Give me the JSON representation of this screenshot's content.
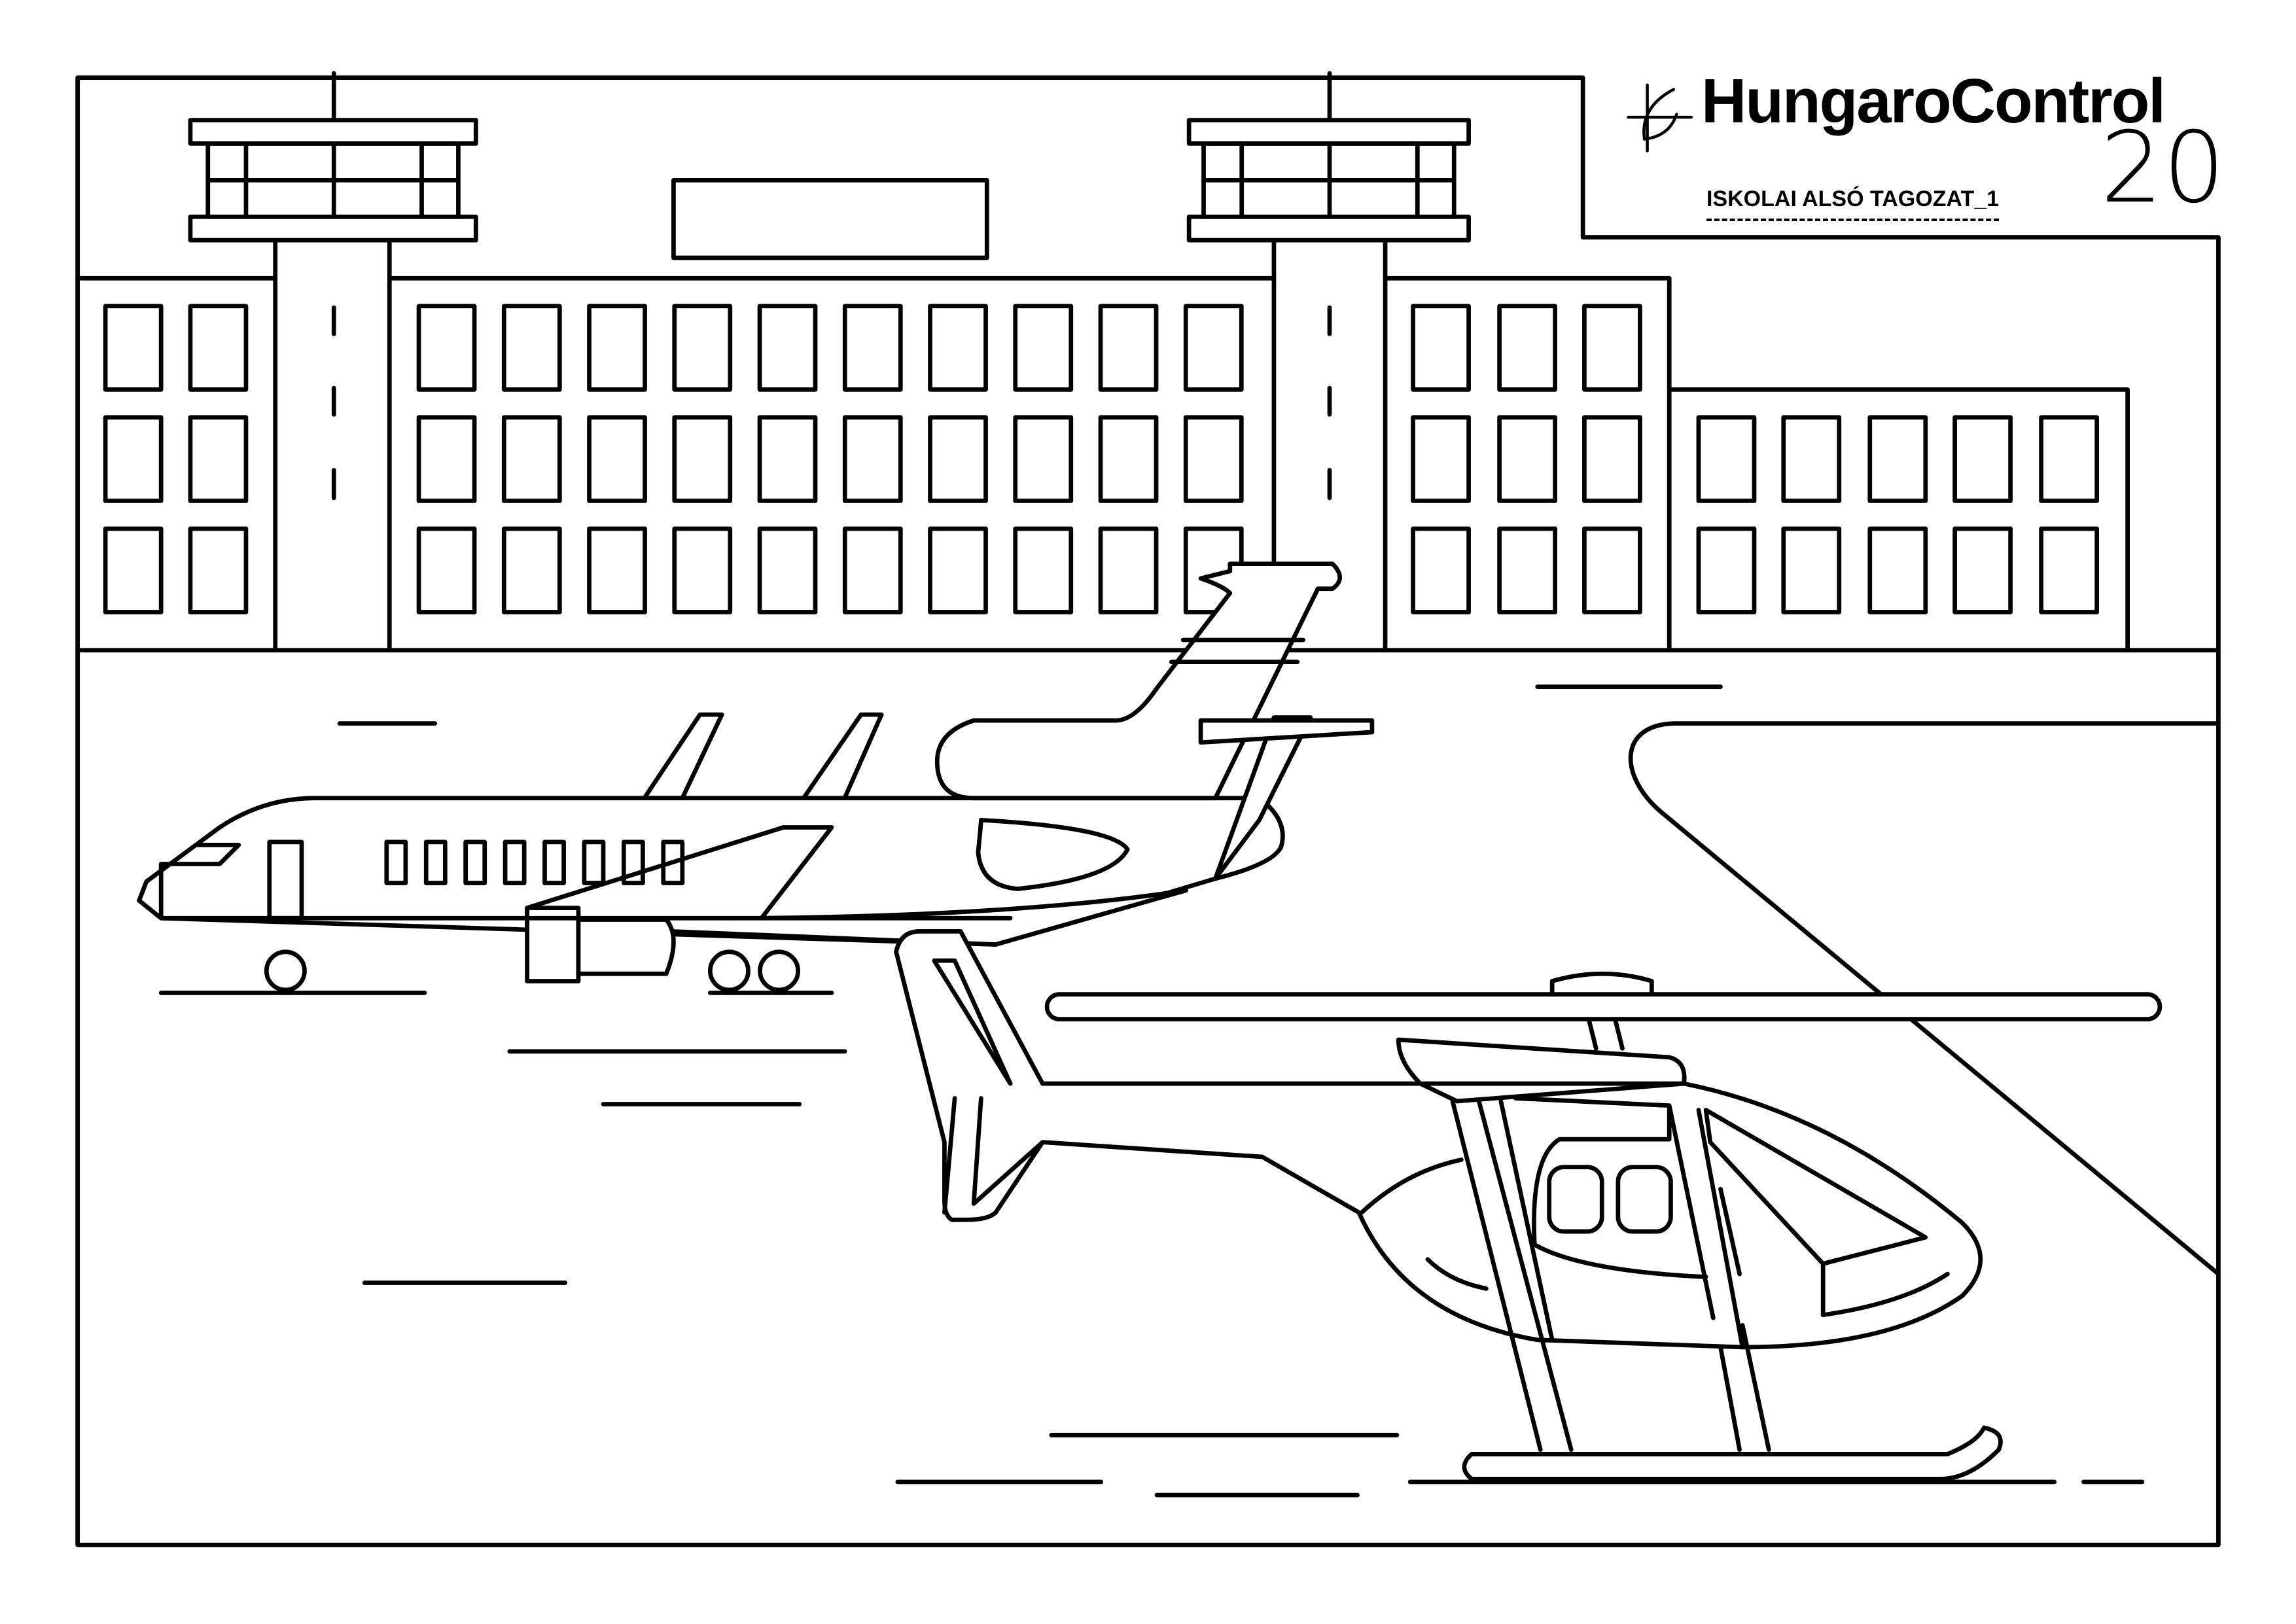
{
  "logo": {
    "name": "HungaroControl",
    "number": "20"
  },
  "subtitle": "ISKOLAI ALSÓ TAGOZAT_1",
  "colors": {
    "ink": "#000000",
    "paper": "#ffffff"
  }
}
